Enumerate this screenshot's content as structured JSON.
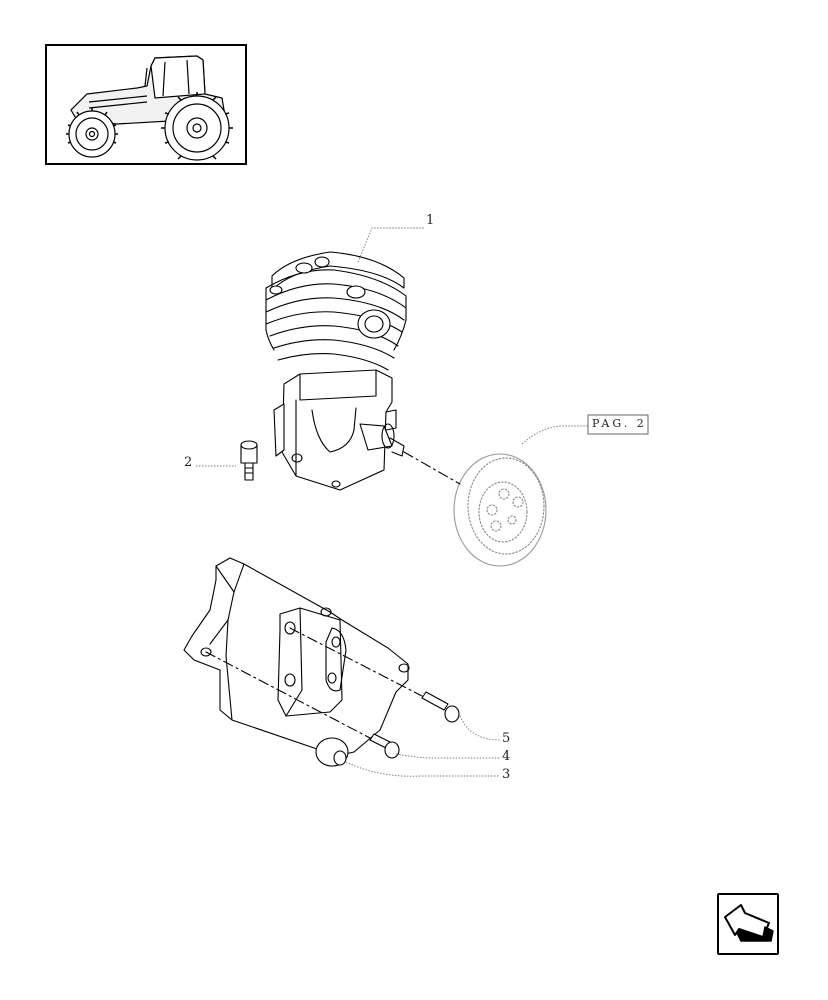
{
  "callouts": {
    "c1": "1",
    "c2": "2",
    "c3": "3",
    "c4": "4",
    "c5": "5"
  },
  "page_ref": "PAG. 2",
  "icons": {
    "thumbnail": "tractor-thumbnail-icon",
    "navigation": "back-arrow-icon"
  }
}
